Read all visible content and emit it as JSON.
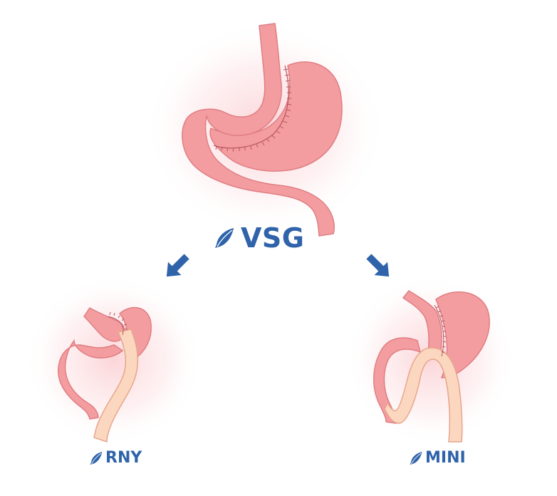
{
  "diagram": {
    "center_label": "VSG",
    "left_label": "RNY",
    "right_label": "MINI"
  },
  "colors": {
    "stomach_fill": "#f39da0",
    "stomach_outline": "#e07e83",
    "staple_line": "#b5575f",
    "intestine_bypass_fill": "#fbd7bf",
    "intestine_bypass_outline": "#e7a58d",
    "glow": "#fde3e5",
    "label_text": "#2f63aa",
    "arrow": "#2f63aa"
  },
  "icons": {
    "label_icon": "feather-icon",
    "arrows": "arrow-icon"
  }
}
